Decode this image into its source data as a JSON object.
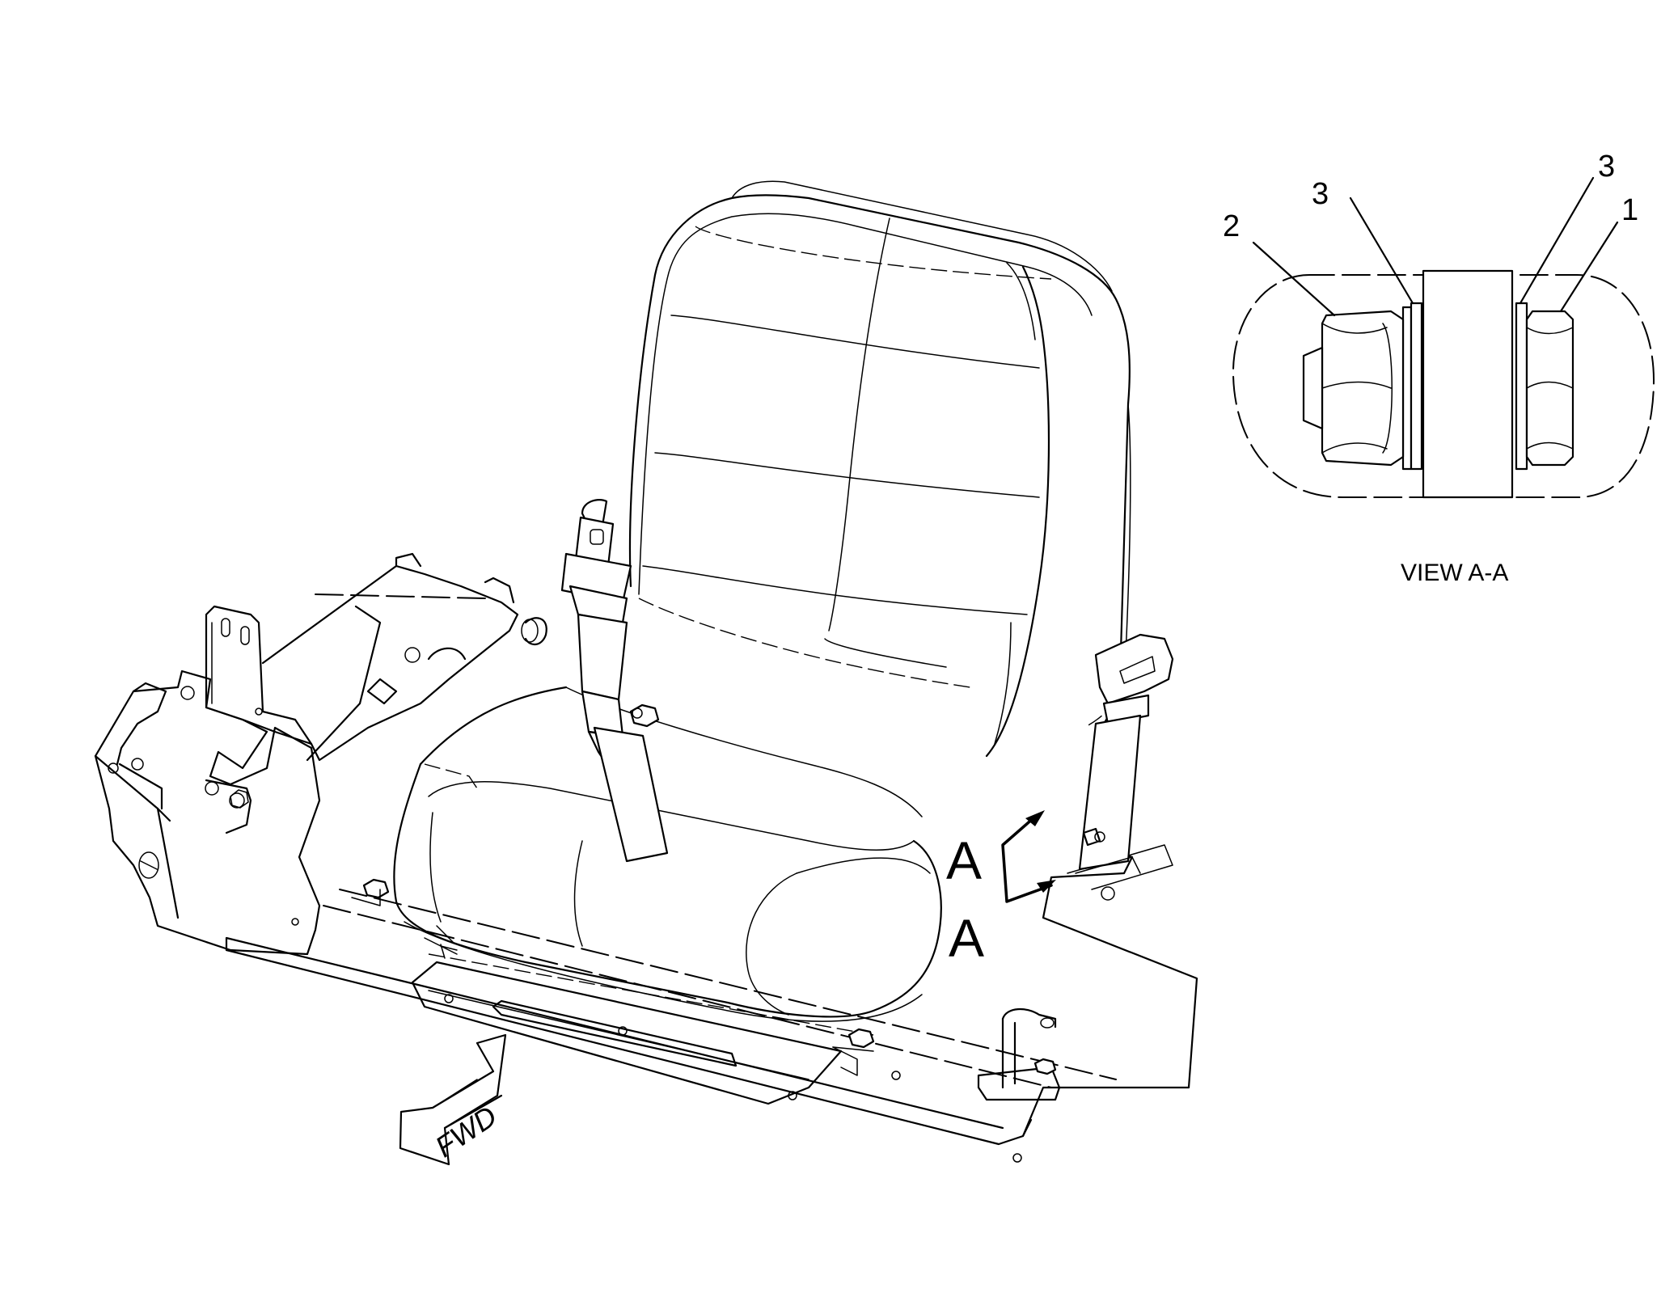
{
  "labels": {
    "callout_1": "1",
    "callout_2": "2",
    "callout_3_left": "3",
    "callout_3_right": "3",
    "view_caption": "VIEW A-A",
    "section_a_top": "A",
    "section_a_bottom": "A",
    "fwd": "FWD"
  }
}
